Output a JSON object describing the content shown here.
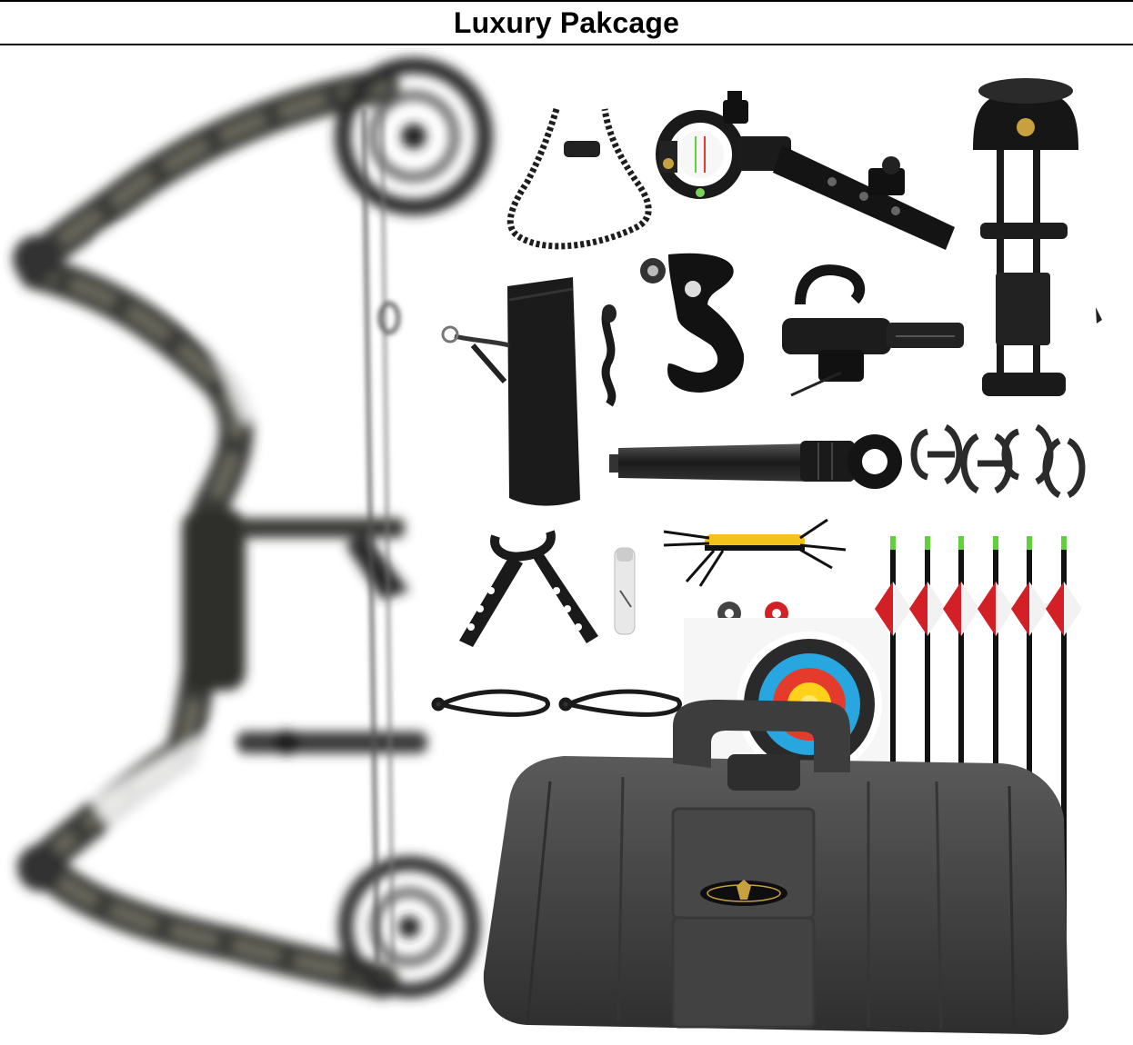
{
  "header": {
    "title": "Luxury Pakcage"
  },
  "photo": {
    "subjects": [
      "compound-bow",
      "bow-sight",
      "arrow-rest",
      "release-aid",
      "quiver",
      "wrist-sling",
      "stabilizer",
      "bow-case",
      "arrows",
      "target-face",
      "bow-stand",
      "hex-key-set",
      "string-silencers",
      "peep-sight",
      "nocks",
      "soft-case",
      "bowstring",
      "cable-slide",
      "lube-tube"
    ],
    "colors": {
      "bow": "#3a3a38",
      "case": "#4a4a4a",
      "fletch_red": "#d31f26",
      "fletch_white": "#f2f2f2",
      "nock_green": "#5fd13a",
      "accent_yellow": "#f3c21b",
      "target_yellow": "#ffd11a",
      "target_red": "#e53b2c",
      "target_blue": "#27a6e0"
    }
  }
}
